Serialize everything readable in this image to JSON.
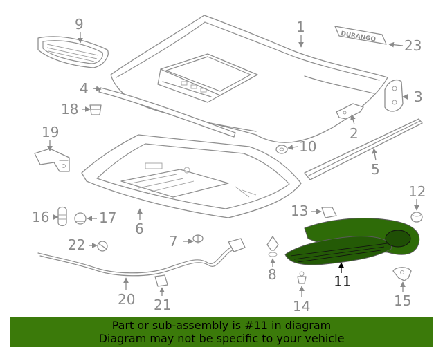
{
  "callouts": [
    {
      "id": "1",
      "text": "1"
    },
    {
      "id": "2",
      "text": "2"
    },
    {
      "id": "3",
      "text": "3"
    },
    {
      "id": "4",
      "text": "4"
    },
    {
      "id": "5",
      "text": "5"
    },
    {
      "id": "6",
      "text": "6"
    },
    {
      "id": "7",
      "text": "7"
    },
    {
      "id": "8",
      "text": "8"
    },
    {
      "id": "9",
      "text": "9"
    },
    {
      "id": "10",
      "text": "10"
    },
    {
      "id": "11",
      "text": "11"
    },
    {
      "id": "12",
      "text": "12"
    },
    {
      "id": "13",
      "text": "13"
    },
    {
      "id": "14",
      "text": "14"
    },
    {
      "id": "15",
      "text": "15"
    },
    {
      "id": "16",
      "text": "16"
    },
    {
      "id": "17",
      "text": "17"
    },
    {
      "id": "18",
      "text": "18"
    },
    {
      "id": "19",
      "text": "19"
    },
    {
      "id": "20",
      "text": "20"
    },
    {
      "id": "21",
      "text": "21"
    },
    {
      "id": "22",
      "text": "22"
    },
    {
      "id": "23",
      "text": "23"
    }
  ],
  "highlighted_part": "11",
  "badge_text": "DURANGO",
  "banner": {
    "line1": "Part or sub-assembly is #11 in diagram",
    "line2": "Diagram may not be specific to your vehicle"
  },
  "colors": {
    "banner_bg": "#3b7a0a",
    "highlight_part": "#2e6b08",
    "callout_text": "#8a8a8a",
    "highlight_callout_text": "#000000"
  }
}
